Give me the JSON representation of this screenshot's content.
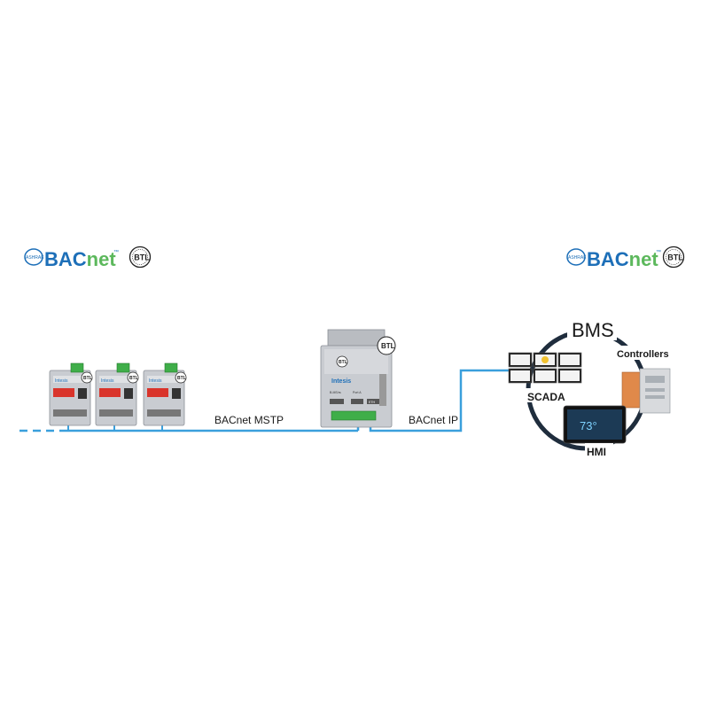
{
  "logos": {
    "left": {
      "org": "ASHRAE",
      "brand_a": "BAC",
      "brand_b": "net",
      "tm": "™",
      "cert": "BTL"
    },
    "right": {
      "org": "ASHRAE",
      "brand_a": "BAC",
      "brand_b": "net",
      "tm": "™",
      "cert": "BTL"
    }
  },
  "labels": {
    "mstp": "BACnet MSTP",
    "ip": "BACnet IP",
    "bms": "BMS",
    "controllers": "Controllers",
    "scada": "SCADA",
    "hmi": "HMI"
  },
  "devices": {
    "brand": "Intesis",
    "cert": "BTL",
    "gateway_port_a": "B-MS/rs",
    "gateway_port_b": "Port A",
    "gateway_port_c": "ETH"
  },
  "hmi_screen": {
    "reading": "73°"
  },
  "colors": {
    "bus": "#3a9fdc",
    "bacnet_blue": "#1d6fb8",
    "bacnet_green": "#5cb85c",
    "ring": "#1f2d3d",
    "device_grey": "#c9ccd1",
    "terminal_green": "#3fae49",
    "dip_red": "#d9342b"
  }
}
